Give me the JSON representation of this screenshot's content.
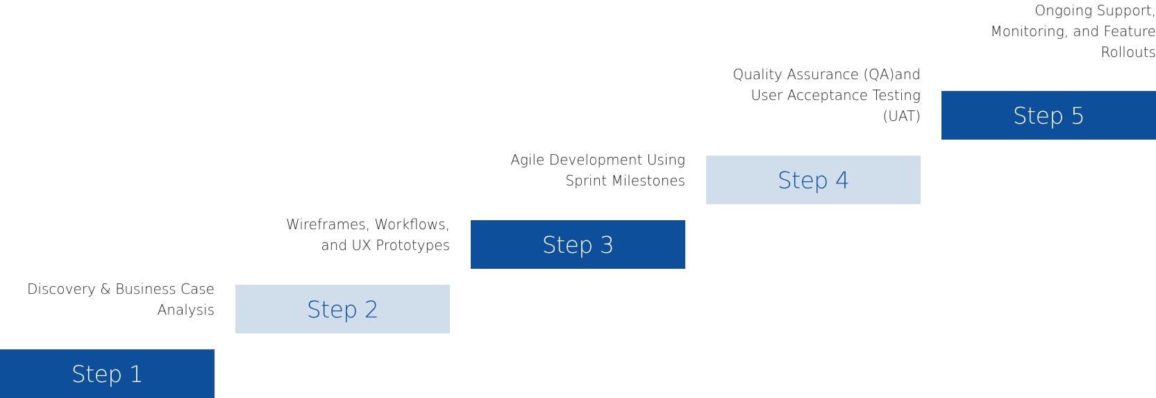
{
  "colors": {
    "dark_box": "#0e4f9c",
    "light_box": "#d0ddeb",
    "dark_text": "#ffffff",
    "light_text": "#0e4f9c",
    "description_text": "#1f1f1f"
  },
  "steps": [
    {
      "label": "Step 1",
      "description_lines": [
        "Discovery & Business Case",
        "Analysis"
      ]
    },
    {
      "label": "Step 2",
      "description_lines": [
        "Wireframes, Workflows,",
        "and UX Prototypes"
      ]
    },
    {
      "label": "Step 3",
      "description_lines": [
        "Agile Development Using",
        "Sprint Milestones"
      ]
    },
    {
      "label": "Step 4",
      "description_lines": [
        "Quality Assurance (QA)and",
        "User Acceptance Testing",
        "(UAT)"
      ]
    },
    {
      "label": "Step 5",
      "description_lines": [
        "Ongoing Support,",
        "Monitoring, and Feature",
        "Rollouts"
      ]
    }
  ]
}
